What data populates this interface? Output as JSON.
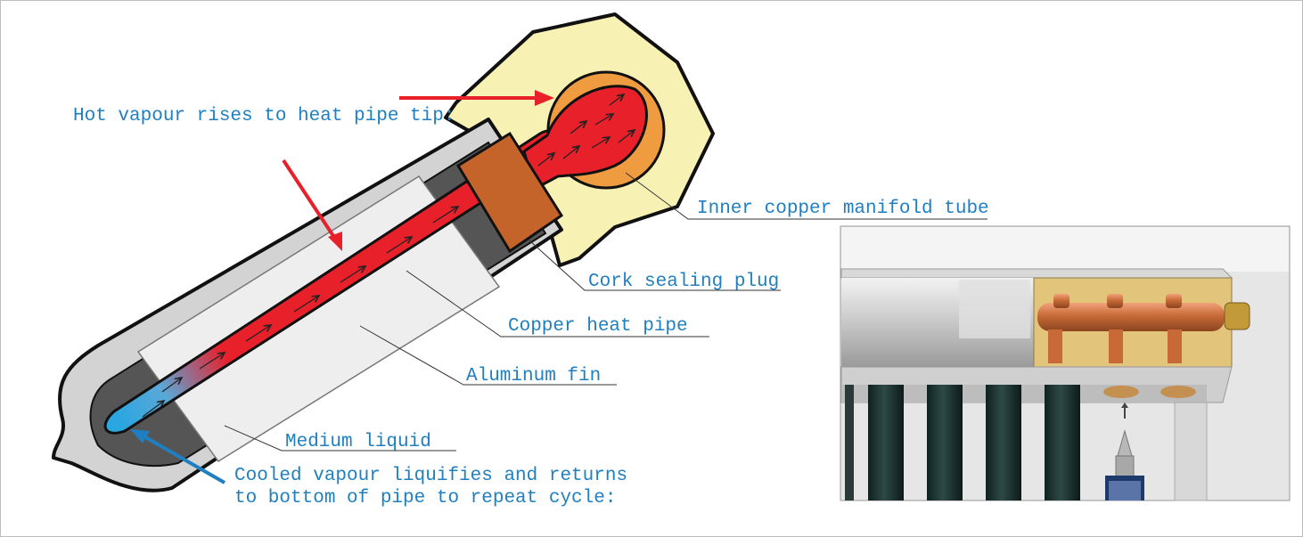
{
  "labels": {
    "hot_vapour": "Hot vapour rises to heat pipe tip:",
    "manifold": "Inner copper manifold tube",
    "cork": "Cork sealing plug",
    "copper_pipe": "Copper heat pipe",
    "fin": "Aluminum fin",
    "medium": "Medium liquid",
    "cooled_line1": "Cooled vapour liquifies and returns",
    "cooled_line2": "to bottom of pipe to repeat cycle:"
  },
  "colors": {
    "label_text": "#1f7fc0",
    "vapour": "#e8202a",
    "liquid": "#2aa6e0",
    "manifold_housing": "#f8f1b4",
    "cork": "#c4642a",
    "copper": "#d4723e",
    "tube_glass": "#d3d3d3"
  }
}
